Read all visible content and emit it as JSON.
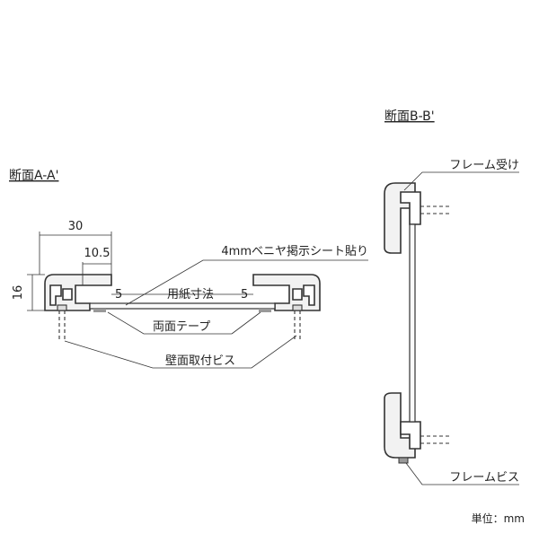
{
  "section_a": {
    "title": "断面A-A'",
    "dim_total": "30",
    "dim_inner": "10.5",
    "dim_height": "16",
    "dim_left_gap": "5",
    "dim_right_gap": "5",
    "dim_paper": "用紙寸法"
  },
  "section_b": {
    "title": "断面B-B'"
  },
  "labels": {
    "veneer": "4mmベニヤ掲示シート貼り",
    "tape": "両面テープ",
    "wall_screw": "壁面取付ビス",
    "frame_receiver": "フレーム受け",
    "frame_screw": "フレームビス",
    "unit": "単位：mm"
  },
  "colors": {
    "line": "#333333",
    "fill": "#f2f2f2"
  }
}
